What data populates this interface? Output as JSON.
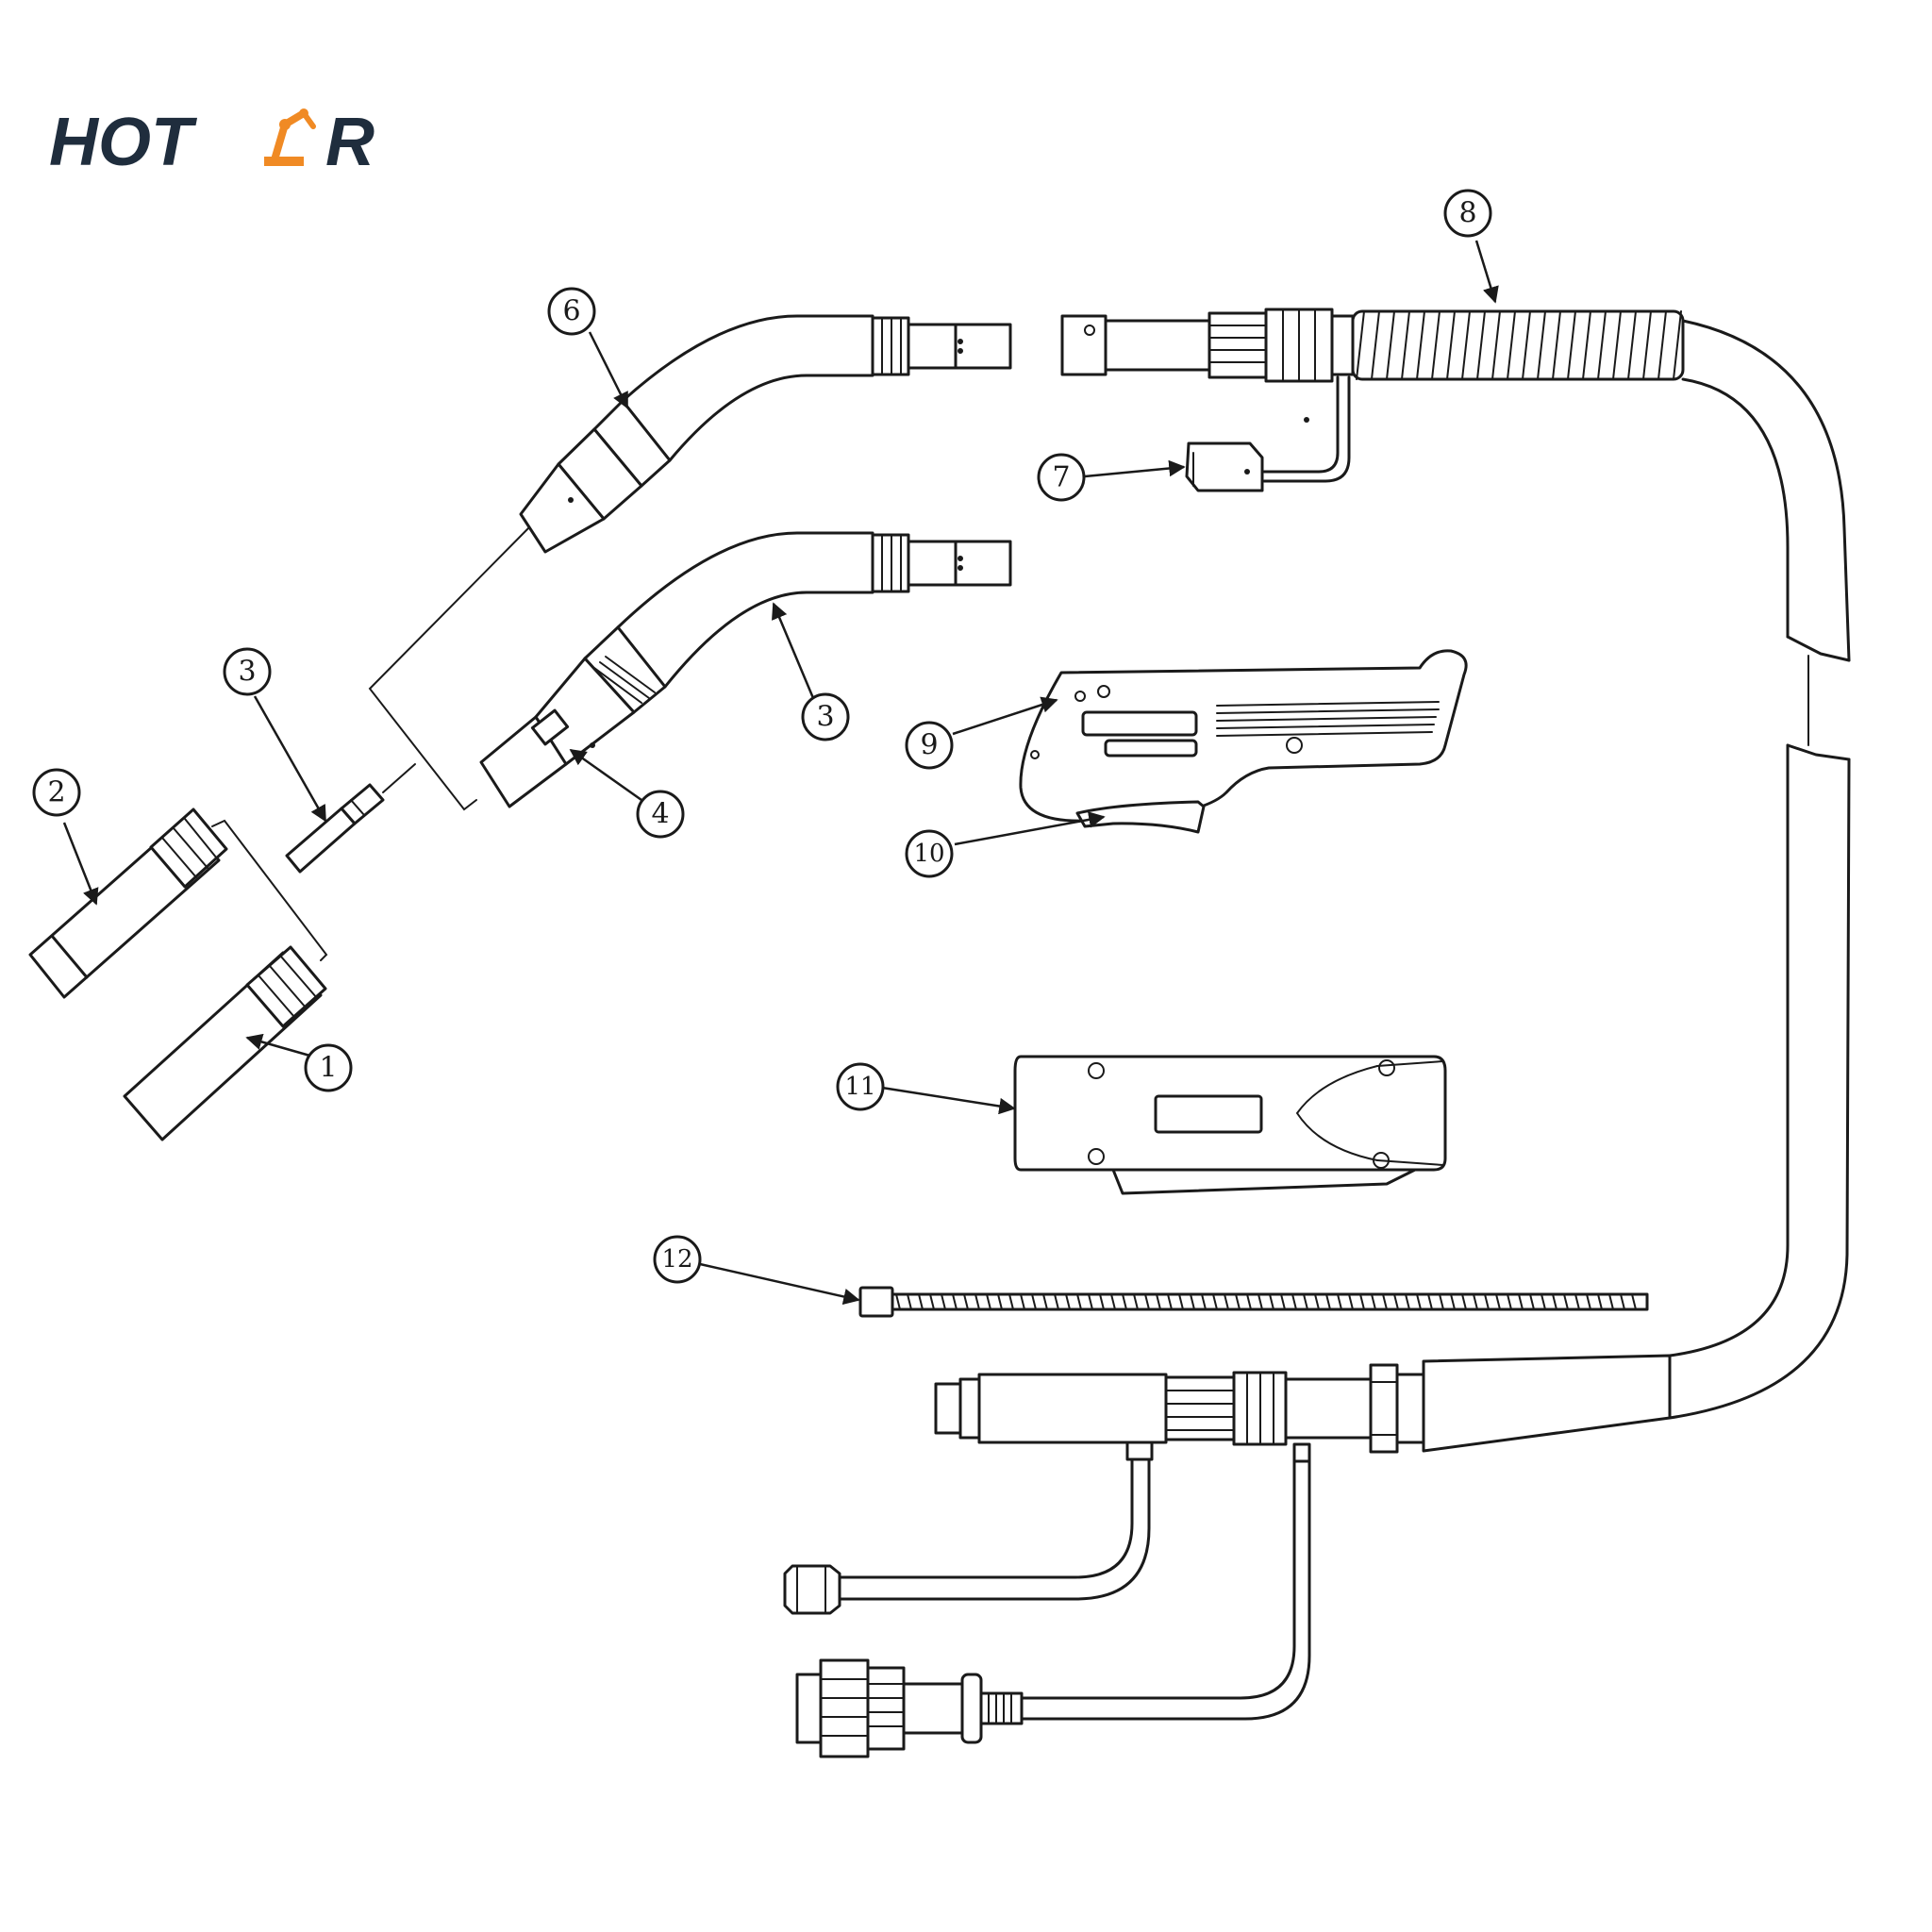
{
  "brand": {
    "logo_text_left": "HOT",
    "logo_text_right": "R",
    "color_dark": "#1f2d3d",
    "color_accent": "#f08a24",
    "logo_icon": "robot-arm-icon"
  },
  "callouts": [
    {
      "id": "c1",
      "label": "1"
    },
    {
      "id": "c2",
      "label": "2"
    },
    {
      "id": "c3a",
      "label": "3"
    },
    {
      "id": "c3b",
      "label": "3"
    },
    {
      "id": "c4",
      "label": "4"
    },
    {
      "id": "c6",
      "label": "6"
    },
    {
      "id": "c7",
      "label": "7"
    },
    {
      "id": "c8",
      "label": "8"
    },
    {
      "id": "c9",
      "label": "9"
    },
    {
      "id": "c10",
      "label": "10"
    },
    {
      "id": "c11",
      "label": "11"
    },
    {
      "id": "c12",
      "label": "12"
    }
  ]
}
